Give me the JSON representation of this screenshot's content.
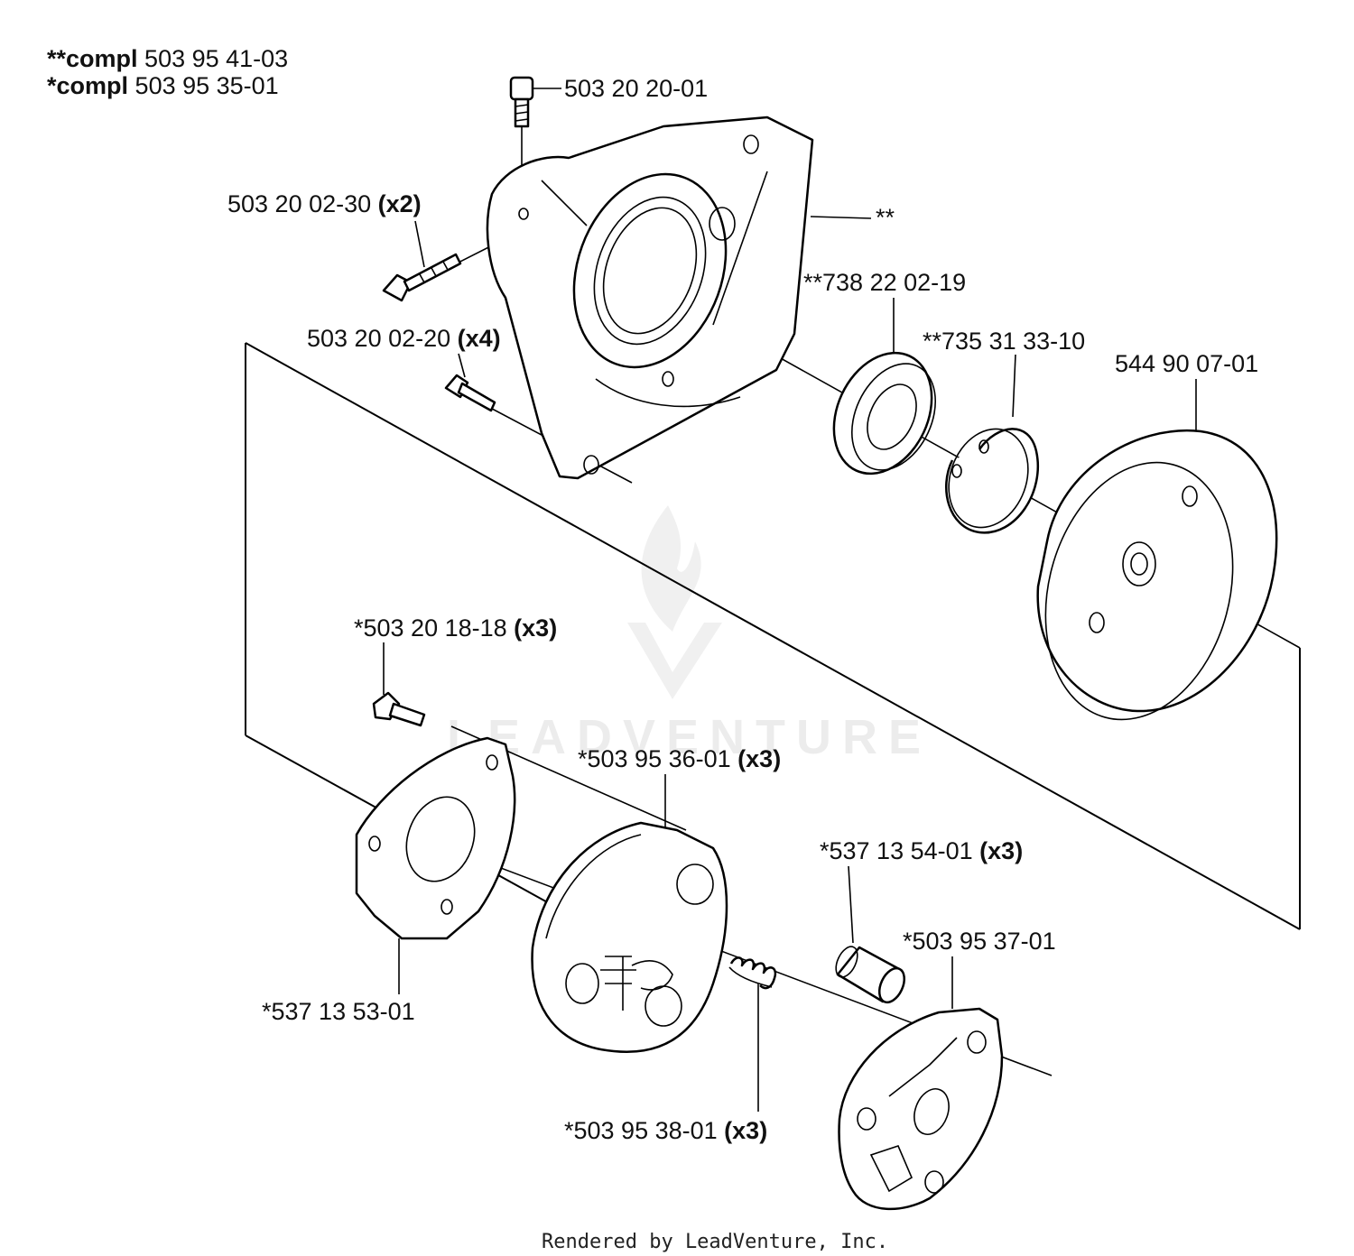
{
  "assembly": {
    "compl_double": {
      "prefix": "**",
      "word": "compl",
      "number": "503 95 41-03"
    },
    "compl_single": {
      "prefix": "*",
      "word": "compl",
      "number": "503 95 35-01"
    }
  },
  "labels": {
    "screw_top": {
      "number": "503 20 20-01",
      "qty": ""
    },
    "screw_x2": {
      "number": "503 20 02-30",
      "qty": "(x2)"
    },
    "housing": {
      "number": "**",
      "qty": ""
    },
    "screw_x4": {
      "number": "503 20 02-20",
      "qty": "(x4)"
    },
    "bearing": {
      "number": "**738 22 02-19",
      "qty": ""
    },
    "circlip": {
      "number": "**735 31 33-10",
      "qty": ""
    },
    "drum": {
      "number": "544 90 07-01",
      "qty": ""
    },
    "screw_x3": {
      "number": "*503 20 18-18",
      "qty": "(x3)"
    },
    "shoe": {
      "number": "*503 95 36-01",
      "qty": "(x3)"
    },
    "sleeve": {
      "number": "*537 13 54-01",
      "qty": "(x3)"
    },
    "hub": {
      "number": "*503 95 37-01",
      "qty": ""
    },
    "washer": {
      "number": "*537 13 53-01",
      "qty": ""
    },
    "spring": {
      "number": "*503 95 38-01",
      "qty": "(x3)"
    }
  },
  "watermark": "LEADVENTURE",
  "footer": "Rendered by LeadVenture, Inc."
}
